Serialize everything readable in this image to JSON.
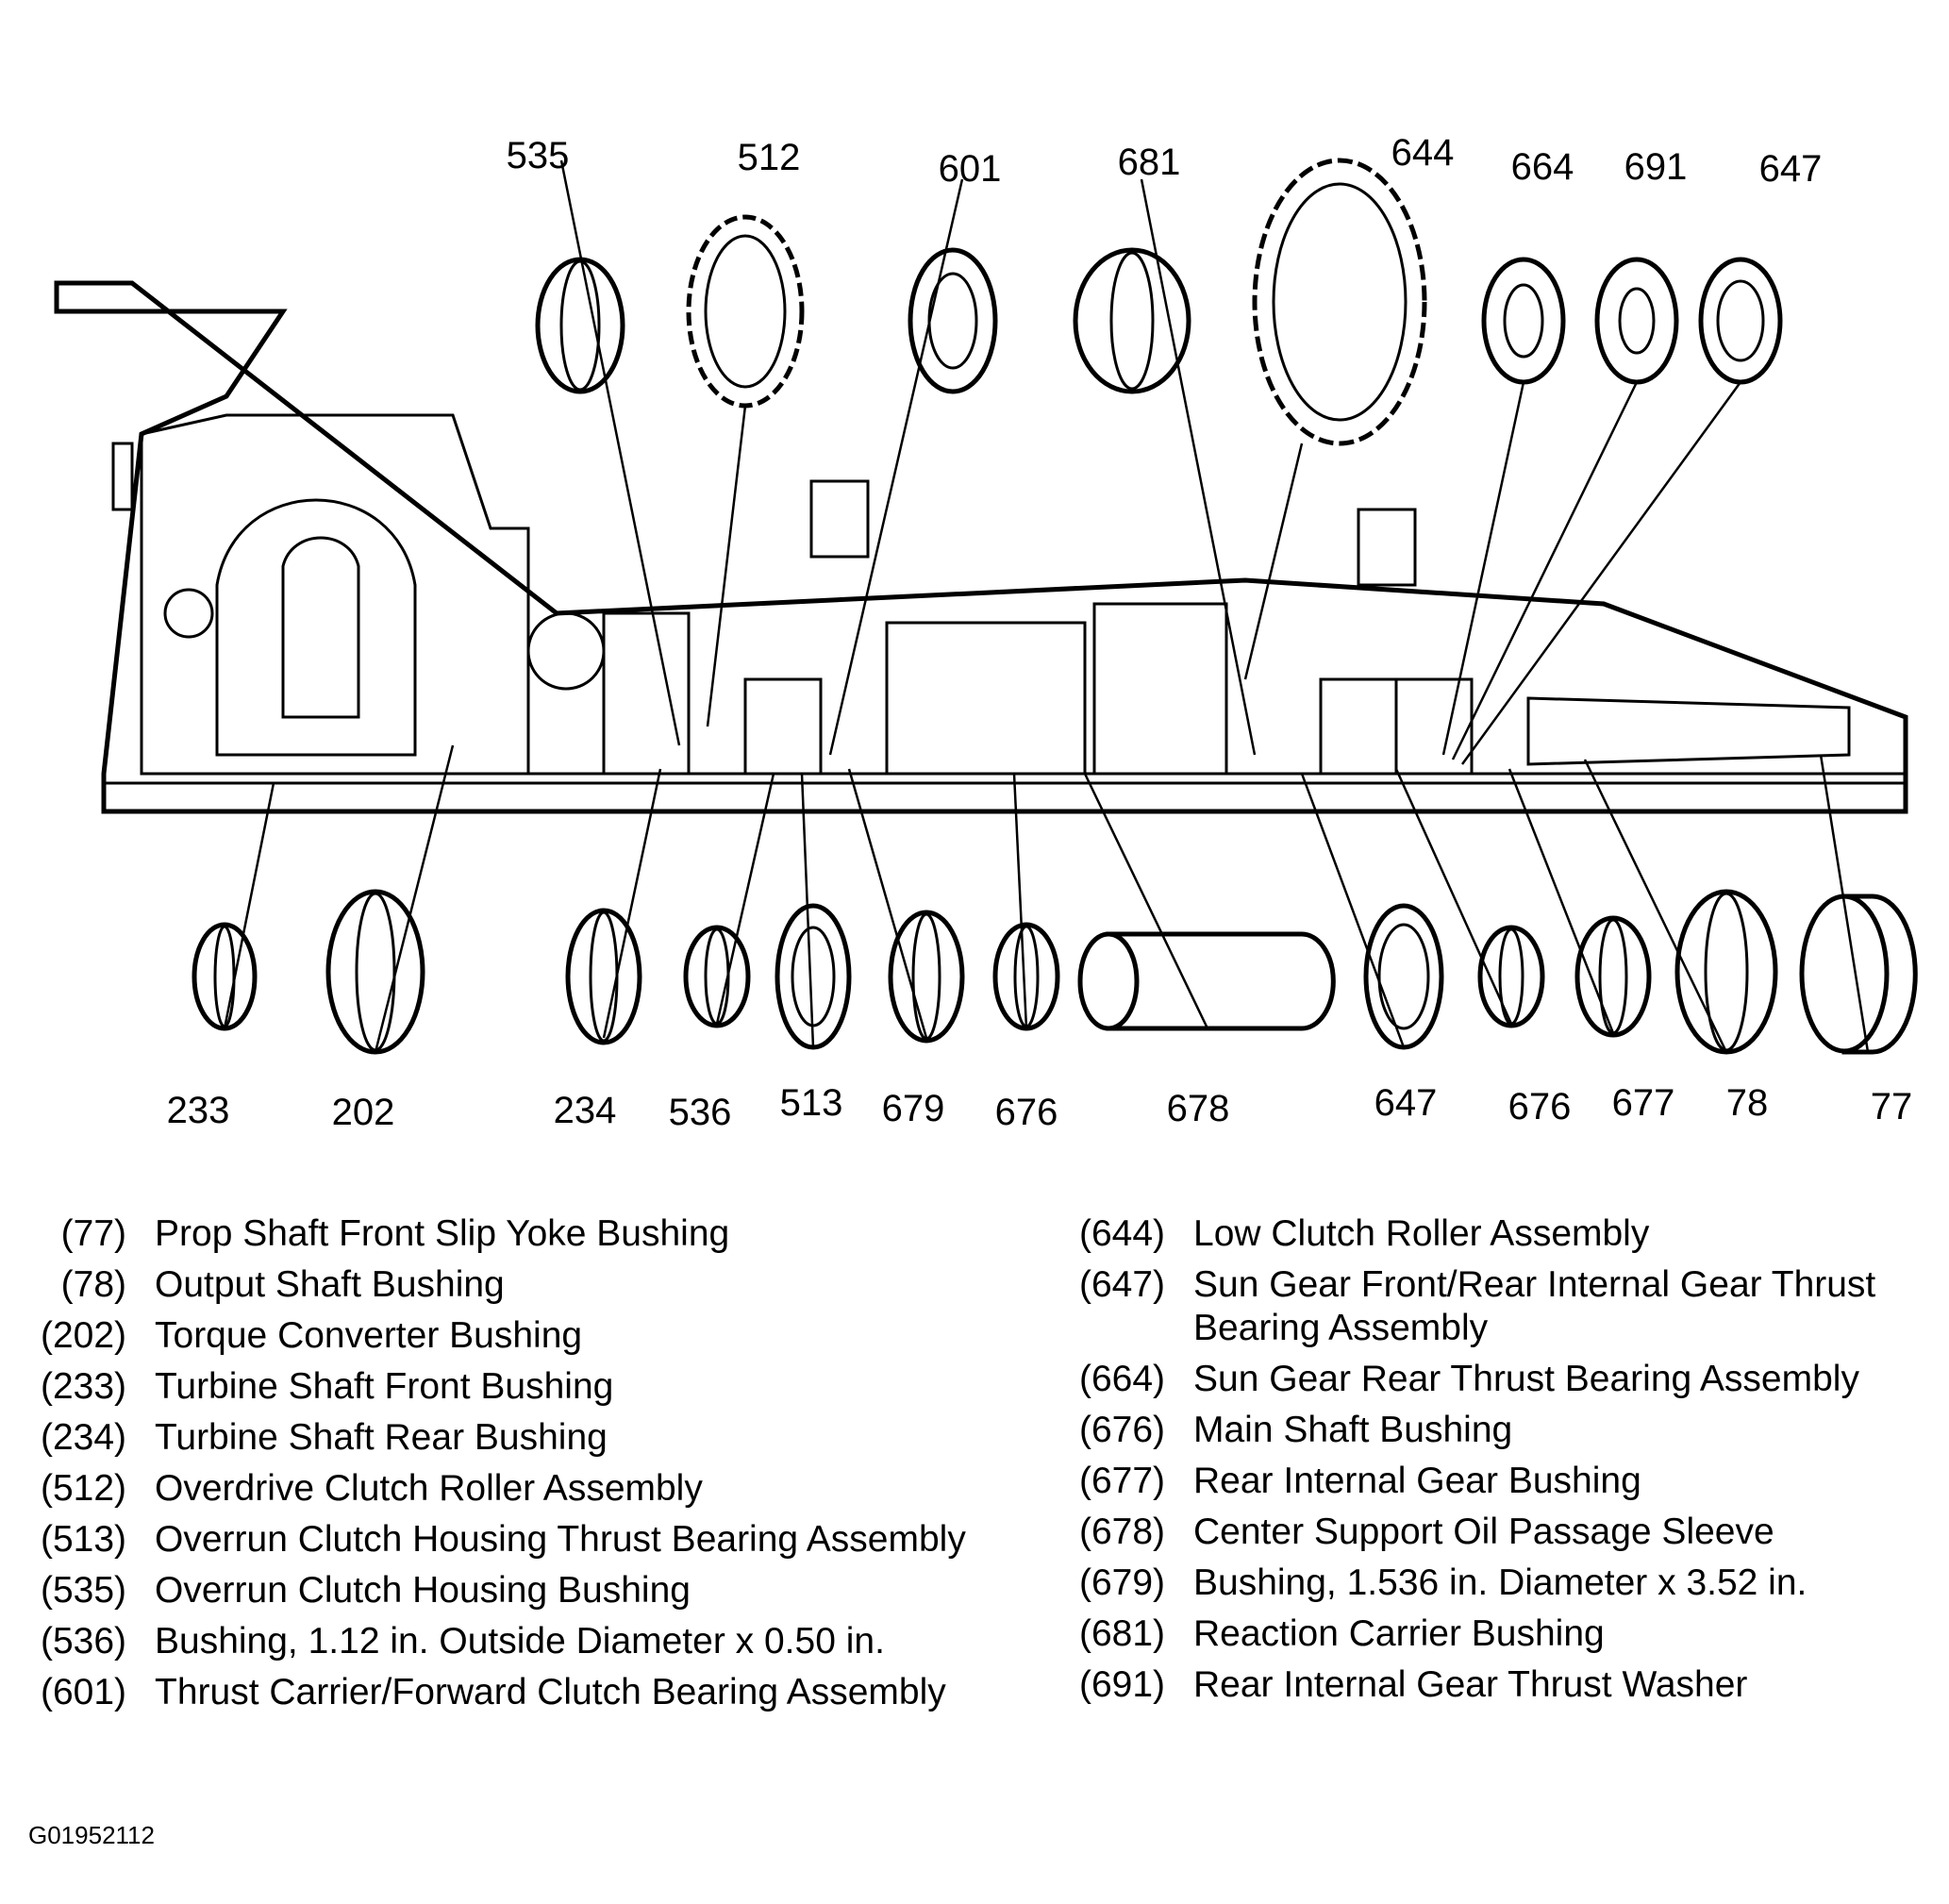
{
  "diagram": {
    "top_labels": [
      "535",
      "512",
      "601",
      "681",
      "644",
      "664",
      "691",
      "647"
    ],
    "bottom_labels": [
      "233",
      "202",
      "234",
      "536",
      "513",
      "679",
      "676",
      "678",
      "647",
      "676",
      "677",
      "78",
      "77"
    ]
  },
  "legend": {
    "left": [
      {
        "code": "(77)",
        "text": "Prop Shaft Front Slip Yoke Bushing"
      },
      {
        "code": "(78)",
        "text": "Output Shaft Bushing"
      },
      {
        "code": "(202)",
        "text": "Torque Converter Bushing"
      },
      {
        "code": "(233)",
        "text": "Turbine Shaft Front Bushing"
      },
      {
        "code": "(234)",
        "text": "Turbine Shaft Rear Bushing"
      },
      {
        "code": "(512)",
        "text": "Overdrive Clutch Roller Assembly"
      },
      {
        "code": "(513)",
        "text": "Overrun Clutch Housing Thrust Bearing Assembly"
      },
      {
        "code": "(535)",
        "text": "Overrun Clutch Housing Bushing"
      },
      {
        "code": "(536)",
        "text": "Bushing, 1.12 in. Outside Diameter x 0.50 in."
      },
      {
        "code": "(601)",
        "text": "Thrust Carrier/Forward Clutch Bearing Assembly"
      }
    ],
    "right": [
      {
        "code": "(644)",
        "text": "Low Clutch Roller Assembly"
      },
      {
        "code": "(647)",
        "text": "Sun Gear Front/Rear Internal Gear Thrust Bearing Assembly"
      },
      {
        "code": "(664)",
        "text": "Sun Gear Rear Thrust Bearing Assembly"
      },
      {
        "code": "(676)",
        "text": "Main Shaft Bushing"
      },
      {
        "code": "(677)",
        "text": "Rear Internal Gear Bushing"
      },
      {
        "code": "(678)",
        "text": "Center Support Oil Passage Sleeve"
      },
      {
        "code": "(679)",
        "text": "Bushing, 1.536 in. Diameter x 3.52 in."
      },
      {
        "code": "(681)",
        "text": "Reaction Carrier Bushing"
      },
      {
        "code": "(691)",
        "text": "Rear Internal Gear Thrust Washer"
      }
    ]
  },
  "figure_id": "G01952112"
}
